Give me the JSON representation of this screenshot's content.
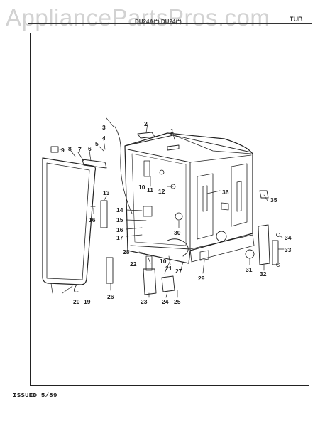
{
  "header": {
    "watermark": "AppliancePartsPros.com",
    "model_codes": "DU24A(*) DU24(*)",
    "section": "TUB"
  },
  "footer": {
    "issued": "ISSUED 5/89"
  },
  "callouts": [
    {
      "id": "c1",
      "label": "1"
    },
    {
      "id": "c2",
      "label": "2"
    },
    {
      "id": "c3",
      "label": "3"
    },
    {
      "id": "c4",
      "label": "4"
    },
    {
      "id": "c5",
      "label": "5"
    },
    {
      "id": "c6",
      "label": "6"
    },
    {
      "id": "c7",
      "label": "7"
    },
    {
      "id": "c8",
      "label": "8"
    },
    {
      "id": "c9",
      "label": "9"
    },
    {
      "id": "c10a",
      "label": "10"
    },
    {
      "id": "c10b",
      "label": "10"
    },
    {
      "id": "c11",
      "label": "11"
    },
    {
      "id": "c12",
      "label": "12"
    },
    {
      "id": "c13",
      "label": "13"
    },
    {
      "id": "c14",
      "label": "14"
    },
    {
      "id": "c15",
      "label": "15"
    },
    {
      "id": "c16a",
      "label": "16"
    },
    {
      "id": "c16b",
      "label": "16"
    },
    {
      "id": "c17",
      "label": "17"
    },
    {
      "id": "c19",
      "label": "19"
    },
    {
      "id": "c20",
      "label": "20"
    },
    {
      "id": "c21",
      "label": "21"
    },
    {
      "id": "c22",
      "label": "22"
    },
    {
      "id": "c23",
      "label": "23"
    },
    {
      "id": "c24",
      "label": "24"
    },
    {
      "id": "c25",
      "label": "25"
    },
    {
      "id": "c26",
      "label": "26"
    },
    {
      "id": "c27",
      "label": "27"
    },
    {
      "id": "c28",
      "label": "28"
    },
    {
      "id": "c29",
      "label": "29"
    },
    {
      "id": "c30",
      "label": "30"
    },
    {
      "id": "c31",
      "label": "31"
    },
    {
      "id": "c32",
      "label": "32"
    },
    {
      "id": "c33",
      "label": "33"
    },
    {
      "id": "c34",
      "label": "34"
    },
    {
      "id": "c35",
      "label": "35"
    },
    {
      "id": "c36",
      "label": "36"
    }
  ]
}
